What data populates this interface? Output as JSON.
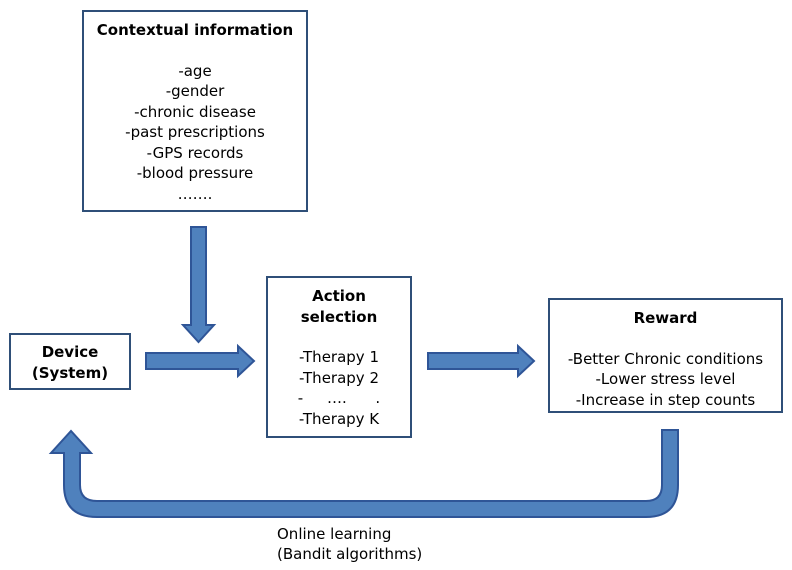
{
  "context_box": {
    "title": "Contextual information",
    "items": [
      "-age",
      "-gender",
      "-chronic disease",
      "-past prescriptions",
      "-GPS records",
      "-blood pressure",
      "……."
    ]
  },
  "device_box": {
    "title_lines": [
      "Device",
      "(System)"
    ]
  },
  "action_box": {
    "title_lines": [
      "Action",
      "selection"
    ],
    "items": [
      "-Therapy 1",
      "-Therapy 2",
      "-     ….      .",
      "-Therapy K"
    ]
  },
  "reward_box": {
    "title": "Reward",
    "items": [
      "-Better Chronic conditions",
      "-Lower stress level",
      "-Increase in step counts"
    ]
  },
  "feedback_caption": {
    "lines": [
      "Online learning",
      "(Bandit algorithms)"
    ]
  },
  "colors": {
    "arrow_fill": "#4f81bd",
    "arrow_stroke": "#2f5597",
    "box_border": "#2f4f78"
  }
}
